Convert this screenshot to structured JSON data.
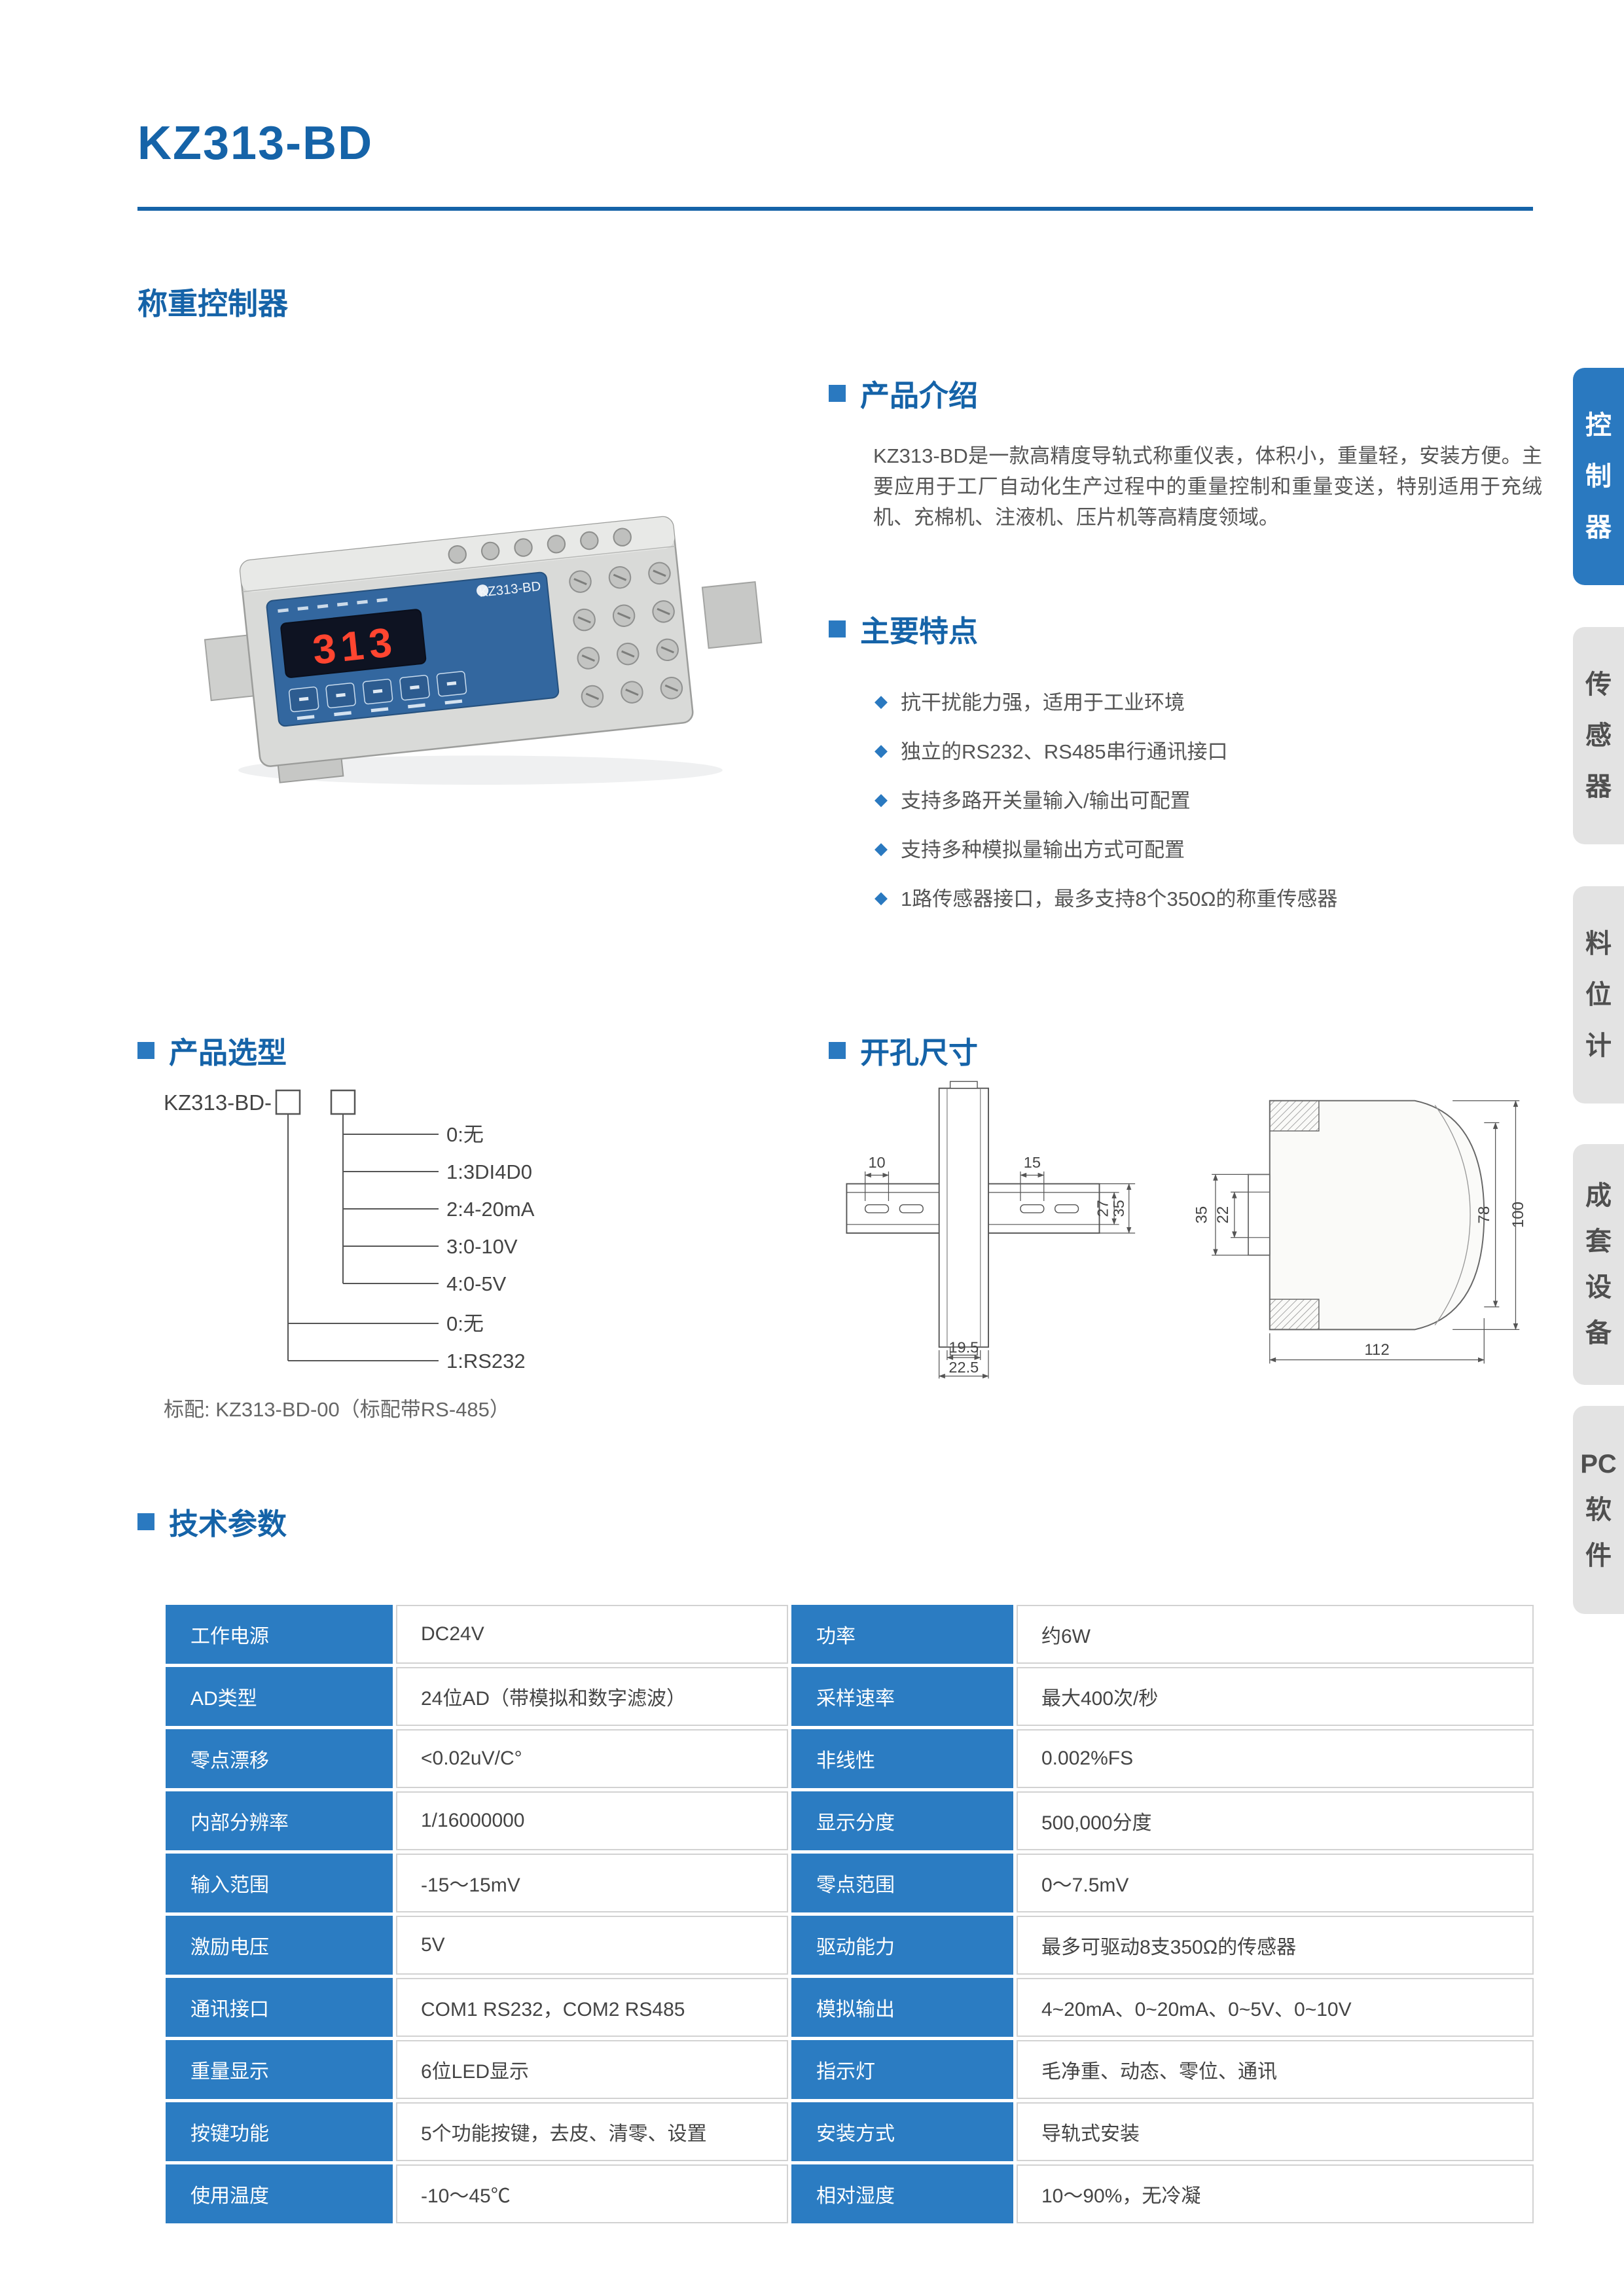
{
  "page": {
    "title": "KZ313-BD",
    "subtitle": "称重控制器"
  },
  "device": {
    "display_value": "313",
    "model_label": "KZ313-BD"
  },
  "intro": {
    "heading": "产品介绍",
    "body": "KZ313-BD是一款高精度导轨式称重仪表，体积小，重量轻，安装方便。主要应用于工厂自动化生产过程中的重量控制和重量变送，特别适用于充绒机、充棉机、注液机、压片机等高精度领域。"
  },
  "features": {
    "heading": "主要特点",
    "items": [
      "抗干扰能力强，适用于工业环境",
      "独立的RS232、RS485串行通讯接口",
      "支持多路开关量输入/输出可配置",
      "支持多种模拟量输出方式可配置",
      "1路传感器接口，最多支持8个350Ω的称重传感器"
    ]
  },
  "selection": {
    "heading": "产品选型",
    "base_label": "KZ313-BD-",
    "group1": [
      "0:无",
      "1:3DI4D0",
      "2:4-20mA",
      "3:0-10V",
      "4:0-5V"
    ],
    "group2": [
      "0:无",
      "1:RS232"
    ],
    "note": "标配: KZ313-BD-00（标配带RS-485）"
  },
  "cutout": {
    "heading": "开孔尺寸",
    "dims": {
      "slot_left": "10",
      "slot_right": "15",
      "rail_inner": "27",
      "rail_outer": "35",
      "clip_outer": "35",
      "clip_inner": "22",
      "front_height": "78",
      "total_height": "100",
      "width_inner": "19.5",
      "width_outer": "22.5",
      "depth": "112"
    }
  },
  "specs": {
    "heading": "技术参数",
    "rows": [
      {
        "l1": "工作电源",
        "v1": "DC24V",
        "l2": "功率",
        "v2": "约6W"
      },
      {
        "l1": "AD类型",
        "v1": "24位AD（带模拟和数字滤波）",
        "l2": "采样速率",
        "v2": "最大400次/秒"
      },
      {
        "l1": "零点漂移",
        "v1": "<0.02uV/C°",
        "l2": "非线性",
        "v2": "0.002%FS"
      },
      {
        "l1": "内部分辨率",
        "v1": "1/16000000",
        "l2": "显示分度",
        "v2": "500,000分度"
      },
      {
        "l1": "输入范围",
        "v1": "-15～15mV",
        "l2": "零点范围",
        "v2": "0～7.5mV"
      },
      {
        "l1": "激励电压",
        "v1": "5V",
        "l2": "驱动能力",
        "v2": "最多可驱动8支350Ω的传感器"
      },
      {
        "l1": "通讯接口",
        "v1": "COM1 RS232，COM2 RS485",
        "l2": "模拟输出",
        "v2": "4~20mA、0~20mA、0~5V、0~10V"
      },
      {
        "l1": "重量显示",
        "v1": "6位LED显示",
        "l2": "指示灯",
        "v2": "毛净重、动态、零位、通讯"
      },
      {
        "l1": "按键功能",
        "v1": "5个功能按键，去皮、清零、设置",
        "l2": "安装方式",
        "v2": "导轨式安装"
      },
      {
        "l1": "使用温度",
        "v1": "-10～45℃",
        "l2": "相对湿度",
        "v2": "10～90%，无冷凝"
      }
    ]
  },
  "sidebar": {
    "tabs": [
      {
        "label": "控制器",
        "chars": [
          "控",
          "制",
          "器"
        ],
        "active": true
      },
      {
        "label": "传感器",
        "chars": [
          "传",
          "感",
          "器"
        ],
        "active": false
      },
      {
        "label": "料位计",
        "chars": [
          "料",
          "位",
          "计"
        ],
        "active": false
      },
      {
        "label": "成套设备",
        "chars": [
          "成",
          "套",
          "设",
          "备"
        ],
        "active": false
      },
      {
        "label": "PC软件",
        "chars": [
          "PC",
          "软",
          "件"
        ],
        "active": false
      }
    ]
  },
  "icons": {
    "feature_bullet": "◆"
  },
  "colors": {
    "primary_blue": "#1563a8",
    "table_blue": "#2b7cc2",
    "accent_blue": "#2a79c0"
  }
}
